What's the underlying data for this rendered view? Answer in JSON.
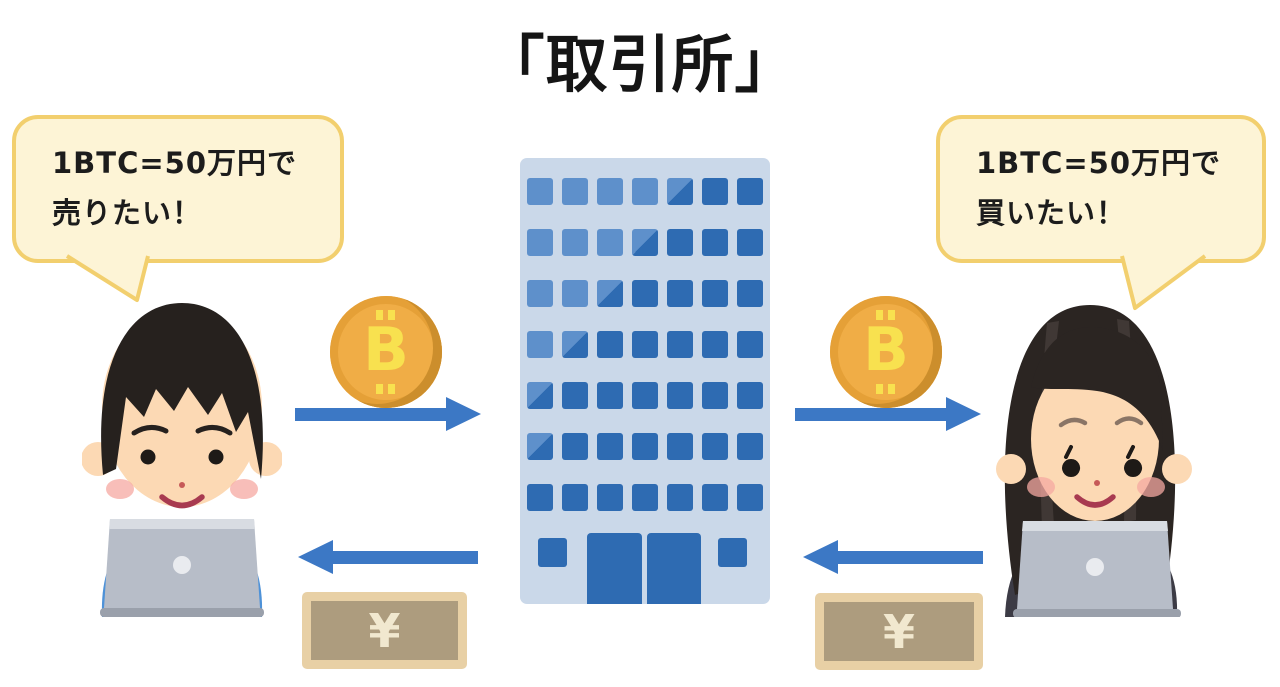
{
  "title": "「取引所」",
  "seller": {
    "bubble_line1": "1BTC=50万円で",
    "bubble_line2": "売りたい！"
  },
  "buyer": {
    "bubble_line1": "1BTC=50万円で",
    "bubble_line2": "買いたい！"
  },
  "coin_symbol": "B",
  "bill_symbol": "¥",
  "building": {
    "window_rows": [
      [
        "L",
        "L",
        "L",
        "L",
        "S",
        "D",
        "D"
      ],
      [
        "L",
        "L",
        "L",
        "S",
        "D",
        "D",
        "D"
      ],
      [
        "L",
        "L",
        "S",
        "D",
        "D",
        "D",
        "D"
      ],
      [
        "L",
        "S",
        "D",
        "D",
        "D",
        "D",
        "D"
      ],
      [
        "S",
        "D",
        "D",
        "D",
        "D",
        "D",
        "D"
      ],
      [
        "S",
        "D",
        "D",
        "D",
        "D",
        "D",
        "D"
      ],
      [
        "D",
        "D",
        "D",
        "D",
        "D",
        "D",
        "D"
      ]
    ]
  },
  "colors": {
    "bubble_fill": "#FDF4D6",
    "bubble_border": "#F2CF6E",
    "arrow_blue": "#3C78C5",
    "building_body": "#CAD8E9",
    "window_light": "#5E90CB",
    "window_dark": "#2E6BB2",
    "coin_gold": "#F0AD46",
    "coin_symbol_yellow": "#F8E14F",
    "bill_border": "#E8D0A5",
    "bill_body": "#AD9C7E",
    "bill_symbol_cream": "#F1E8CF",
    "shirt_blue": "#4E92D8",
    "suit_dark": "#3C3B45",
    "skin": "#FCD9B4"
  }
}
